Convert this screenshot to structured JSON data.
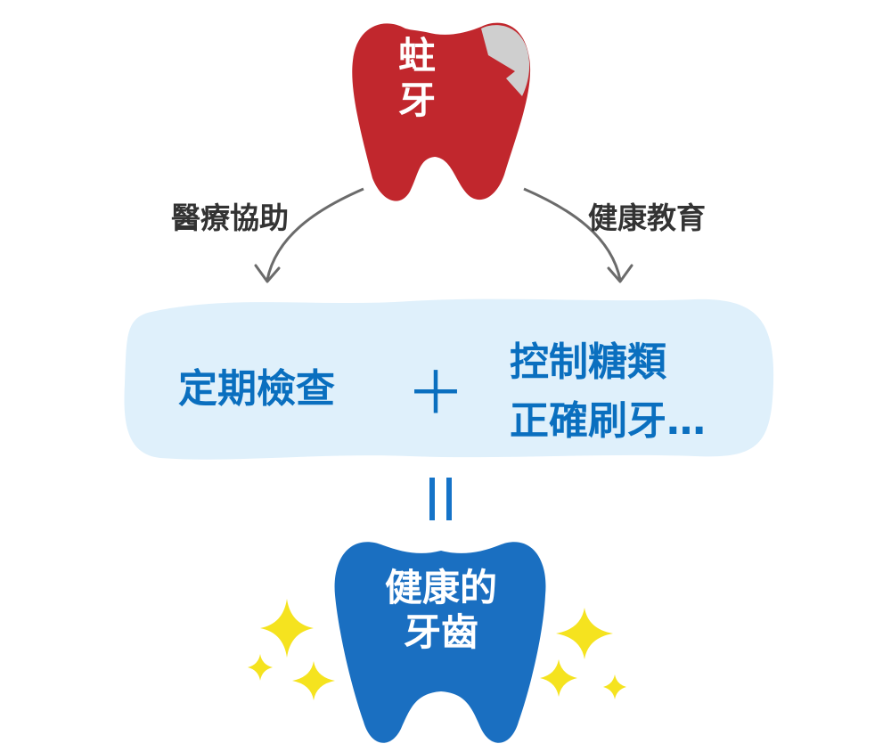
{
  "top_tooth": {
    "line1": "蛀",
    "line2": "牙",
    "color": "#c1272d",
    "crack_color": "#cfcfcf"
  },
  "left_arrow": {
    "label": "醫療協助"
  },
  "right_arrow": {
    "label": "健康教育"
  },
  "cloud": {
    "left_text": "定期檢查",
    "plus": "＋",
    "right_line1": "控制糖類",
    "right_line2": "正確刷牙…",
    "fill": "#dff0fb",
    "text_color": "#0a6fbf"
  },
  "equals": {
    "color": "#1573c8"
  },
  "bottom_tooth": {
    "line1": "健康的",
    "line2": "牙齒",
    "color": "#1a6fc1"
  },
  "sparkles": {
    "color": "#f5e31f",
    "icon": "sparkle-icon"
  },
  "arrow_color": "#6b6b6b"
}
